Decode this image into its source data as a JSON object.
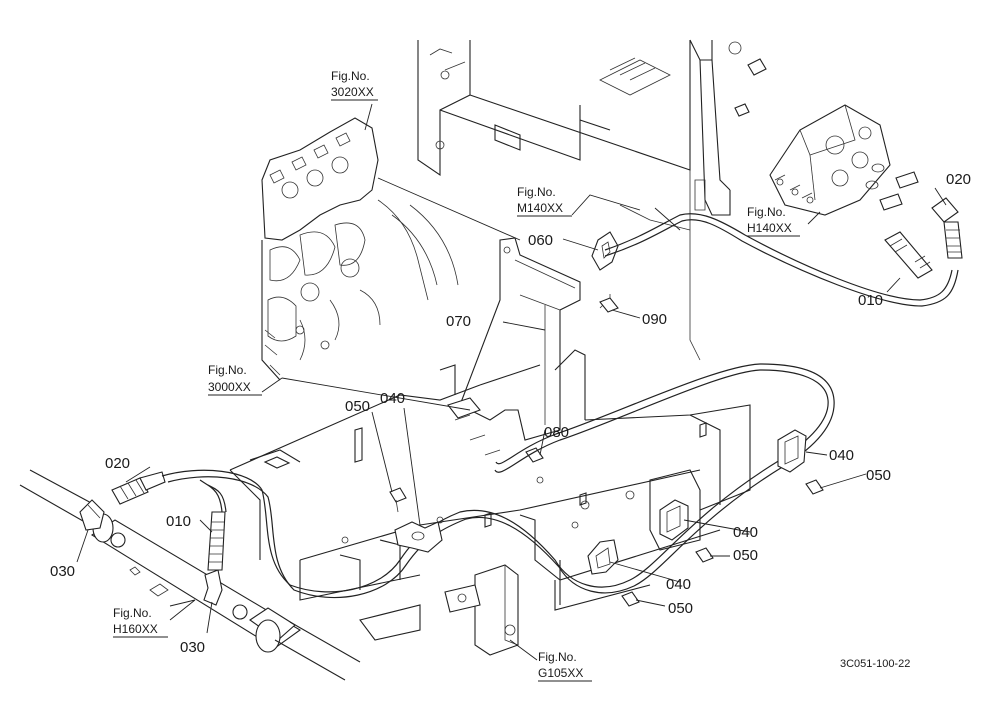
{
  "parts": {
    "p060": "060",
    "p070": "070",
    "p090": "090",
    "p080": "080",
    "p020_right": "020",
    "p010_right": "010",
    "p020_left": "020",
    "p010_left": "010",
    "p030_a": "030",
    "p030_b": "030",
    "p050_a": "050",
    "p040_a": "040",
    "p040_b": "040",
    "p050_b": "050",
    "p040_c": "040",
    "p050_c": "050",
    "p040_d": "040",
    "p050_d": "050"
  },
  "figrefs": {
    "f3020": {
      "label": "Fig.No.",
      "number": "3020XX"
    },
    "m140": {
      "label": "Fig.No.",
      "number": "M140XX"
    },
    "h140": {
      "label": "Fig.No.",
      "number": "H140XX"
    },
    "f3000": {
      "label": "Fig.No.",
      "number": "3000XX"
    },
    "h160": {
      "label": "Fig.No.",
      "number": "H160XX"
    },
    "g105": {
      "label": "Fig.No.",
      "number": "G105XX"
    }
  },
  "diagram_code": "3C051-100-22"
}
